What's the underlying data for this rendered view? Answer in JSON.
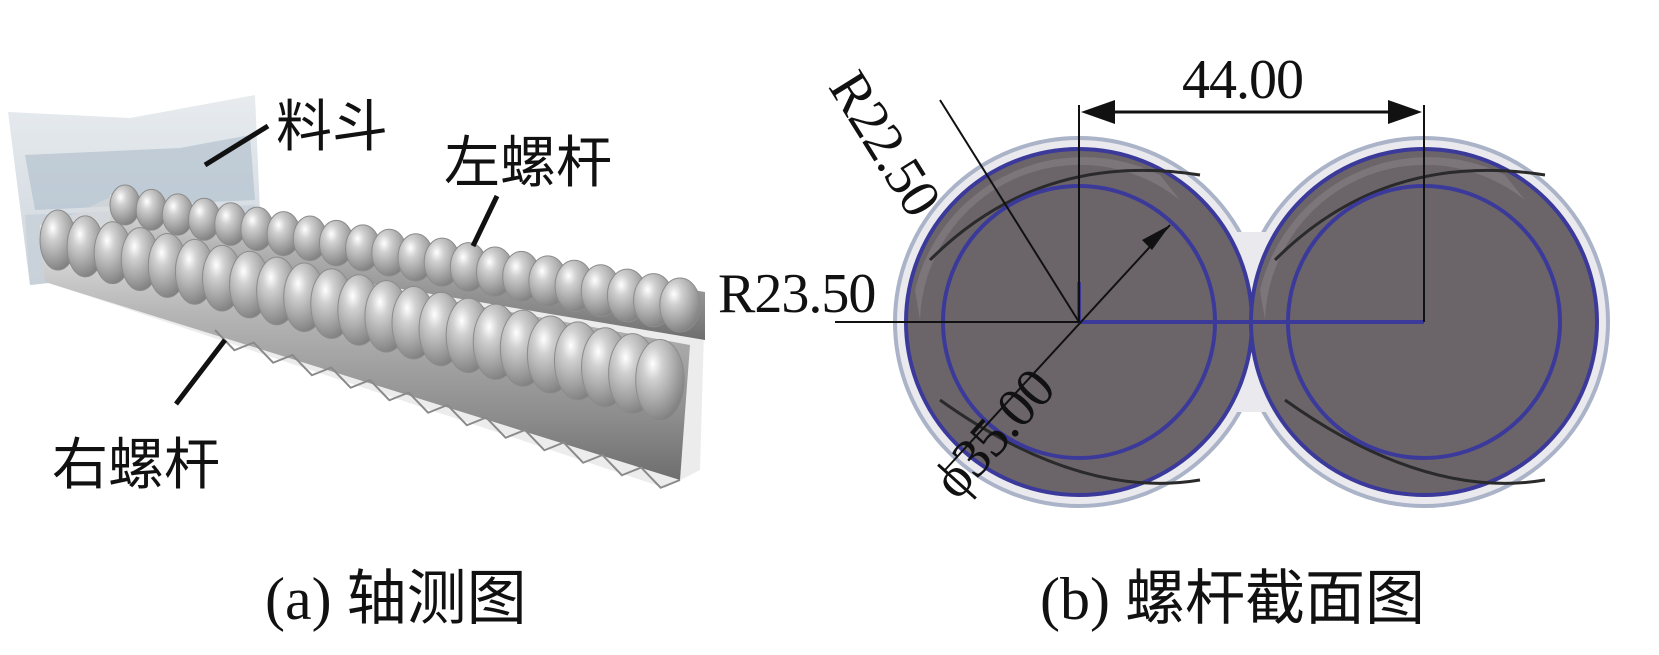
{
  "panel_a": {
    "caption": "(a) 轴测图",
    "labels": {
      "hopper": "料斗",
      "left_screw": "左螺杆",
      "right_screw": "右螺杆"
    }
  },
  "panel_b": {
    "caption": "(b) 螺杆截面图",
    "dimensions": {
      "center_distance": "44.00",
      "radius_inner": "R22.50",
      "radius_outer": "R23.50",
      "diameter": "ϕ35.00"
    }
  },
  "colors": {
    "screw_gray": "#9c9c9c",
    "section_fill": "#5b5458",
    "section_outline": "#3b3a9a",
    "hopper": "#c9d2d9"
  }
}
